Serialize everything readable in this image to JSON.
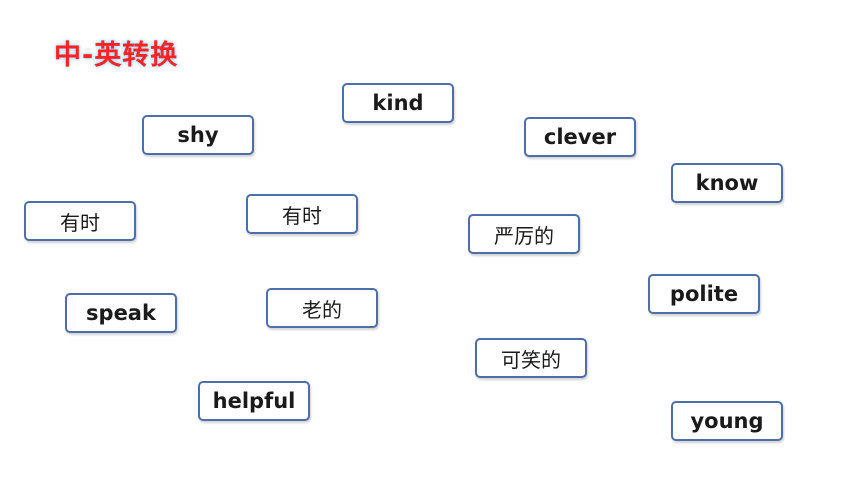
{
  "title": "中-英转换",
  "cards": {
    "kind": "kind",
    "shy": "shy",
    "clever": "clever",
    "know": "know",
    "youshi1": "有时",
    "youshi2": "有时",
    "yanli": "严厉的",
    "polite": "polite",
    "speak": "speak",
    "laode": "老的",
    "kexiao": "可笑的",
    "helpful": "helpful",
    "young": "young"
  },
  "colors": {
    "title": "#ff2222",
    "title_glow": "#9ad7ff",
    "card_border": "#4d6ea8"
  }
}
